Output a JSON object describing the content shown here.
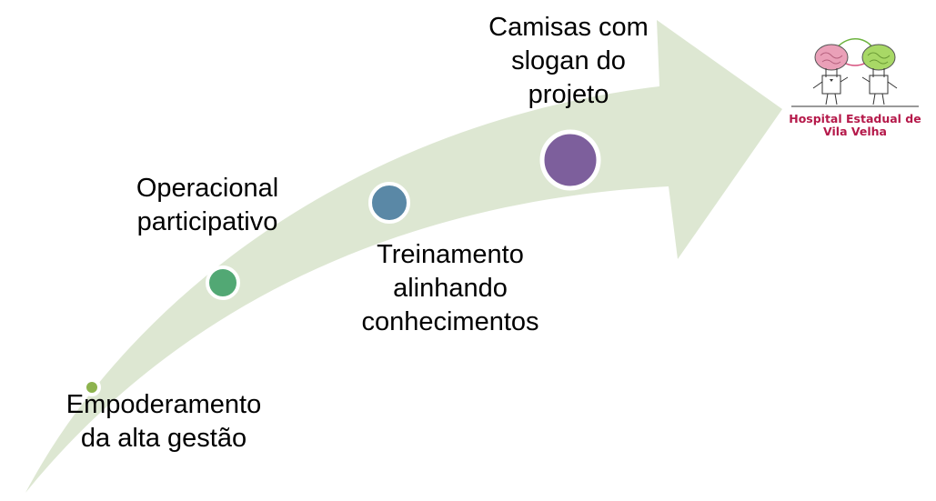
{
  "steps": [
    {
      "label": "Empoderamento\nda alta gestão",
      "color": "#8db34e"
    },
    {
      "label": "Operacional\nparticipativo",
      "color": "#52a874"
    },
    {
      "label": "Treinamento\nalinhando\nconhecimentos",
      "color": "#5a88a6"
    },
    {
      "label": "Camisas com\nslogan do\nprojeto",
      "color": "#7d5f9c"
    }
  ],
  "arrow_color": "#dde7d2",
  "logo": {
    "text": "Hospital Estadual de\nVila Velha",
    "text_color": "#b5194a",
    "left_head_color": "#eaa0b8",
    "right_head_color": "#a8d866"
  }
}
